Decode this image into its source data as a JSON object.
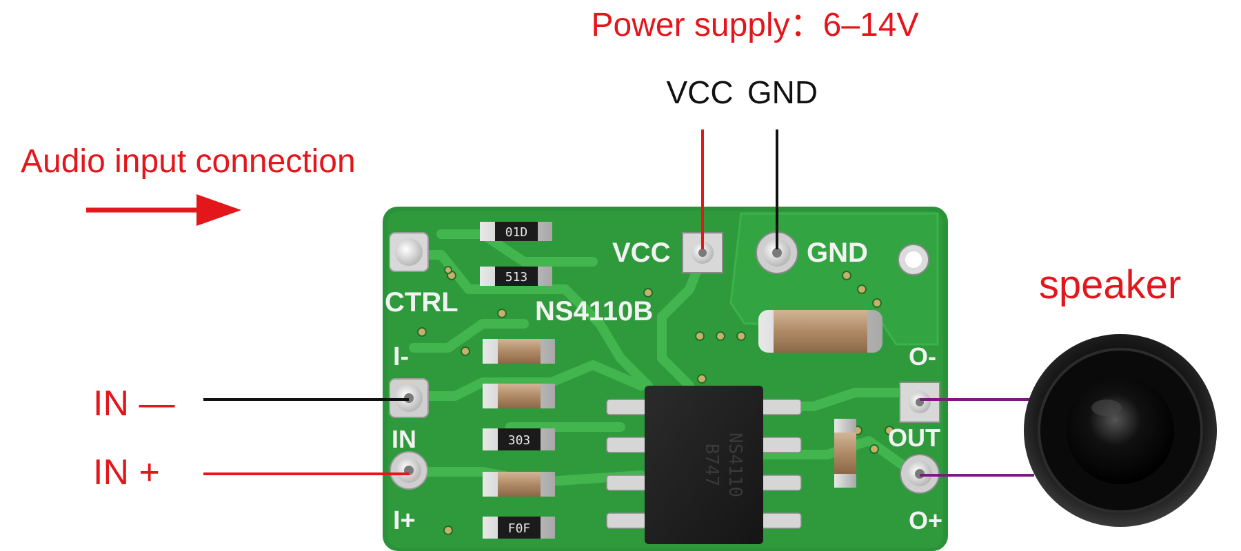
{
  "labels": {
    "power_supply": "Power supply：6–14V",
    "vcc": "VCC",
    "gnd": "GND",
    "audio_input": "Audio input connection",
    "speaker": "speaker",
    "in_minus": "IN —",
    "in_plus": "IN +"
  },
  "board": {
    "silkscreen": {
      "ctrl": "CTRL",
      "vcc": "VCC",
      "gnd": "GND",
      "chip_name": "NS4110B",
      "i_minus": "I-",
      "in": "IN",
      "i_plus": "I+",
      "o_minus": "O-",
      "out": "OUT",
      "o_plus": "O+"
    },
    "resistor_codes": [
      "01D",
      "513",
      "303",
      "F0F"
    ],
    "ic_marking": [
      "NS4110",
      "B747"
    ]
  },
  "colors": {
    "label_red": "#e3161c",
    "label_black": "#111111",
    "board_green": "#2e9a3c",
    "trace_green": "#3fb14a",
    "speaker_wire": "#7a1a7a",
    "silkscreen": "#f2f2f2"
  }
}
